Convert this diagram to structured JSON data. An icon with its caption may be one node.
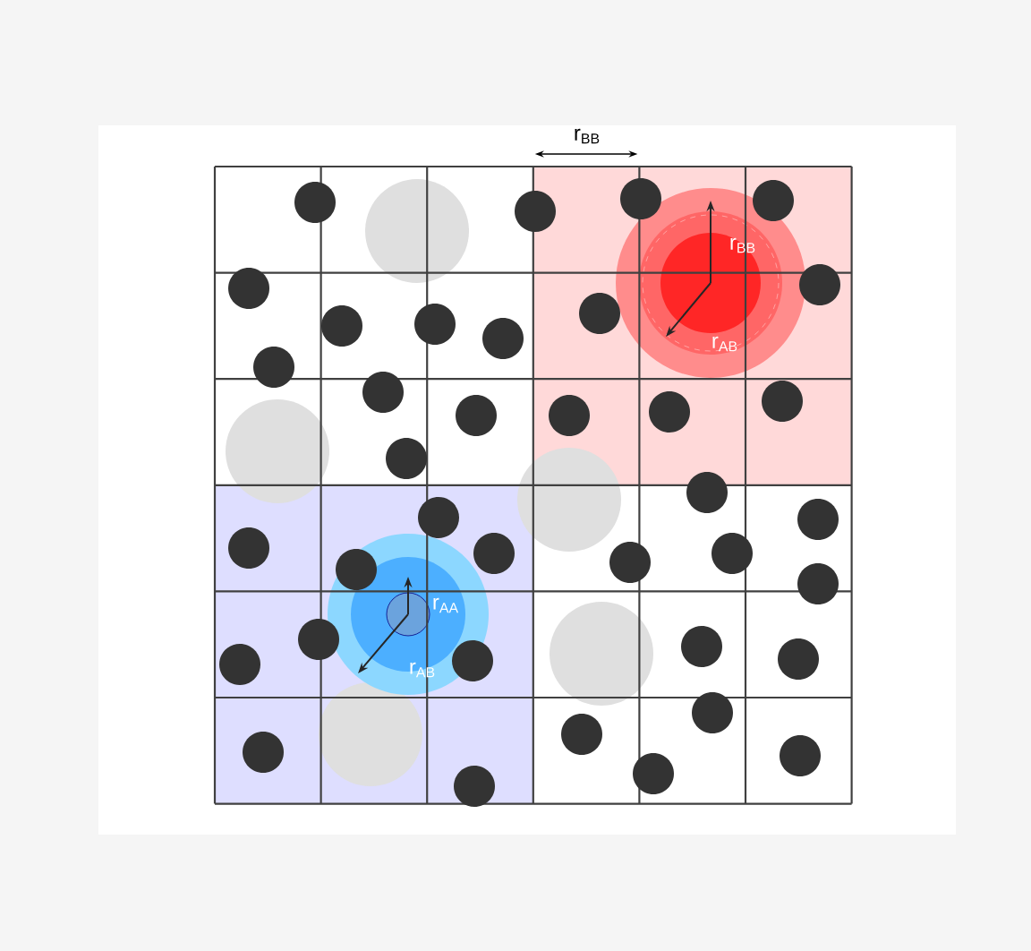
{
  "diagram": {
    "labels": [
      "r$_{BB}$",
      "r$_{BB}$",
      "r$_{AB}$",
      "r$_{AA}$",
      "r$_{AB}$"
    ]
  }
}
